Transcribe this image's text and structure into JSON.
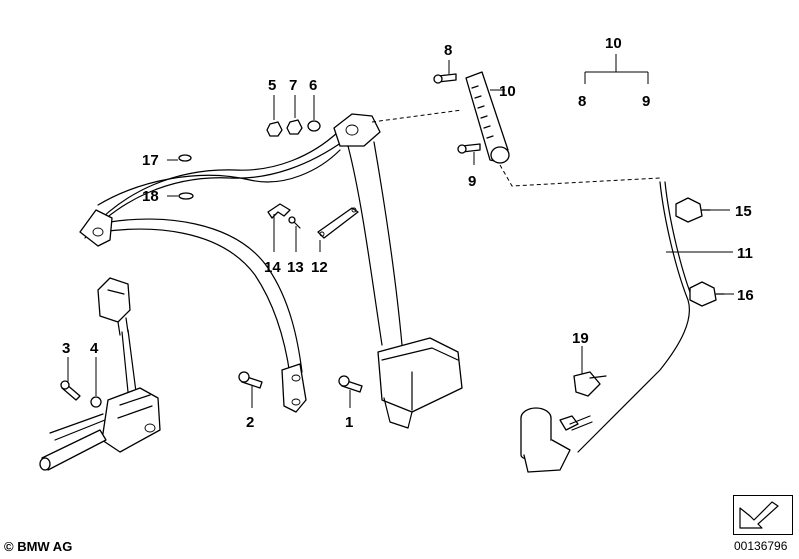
{
  "callouts": {
    "n1": "1",
    "n2": "2",
    "n3": "3",
    "n4": "4",
    "n5": "5",
    "n6": "6",
    "n7": "7",
    "n8_top": "8",
    "n8_legend": "8",
    "n9_mid": "9",
    "n9_legend": "9",
    "n10_top": "10",
    "n10_legend": "10",
    "n11": "11",
    "n12": "12",
    "n13": "13",
    "n14": "14",
    "n15": "15",
    "n16": "16",
    "n17": "17",
    "n18": "18",
    "n19": "19"
  },
  "footer": {
    "copyright": "© BMW AG",
    "reference": "00136796"
  },
  "icons": {
    "navigation": "arrow-icon"
  }
}
